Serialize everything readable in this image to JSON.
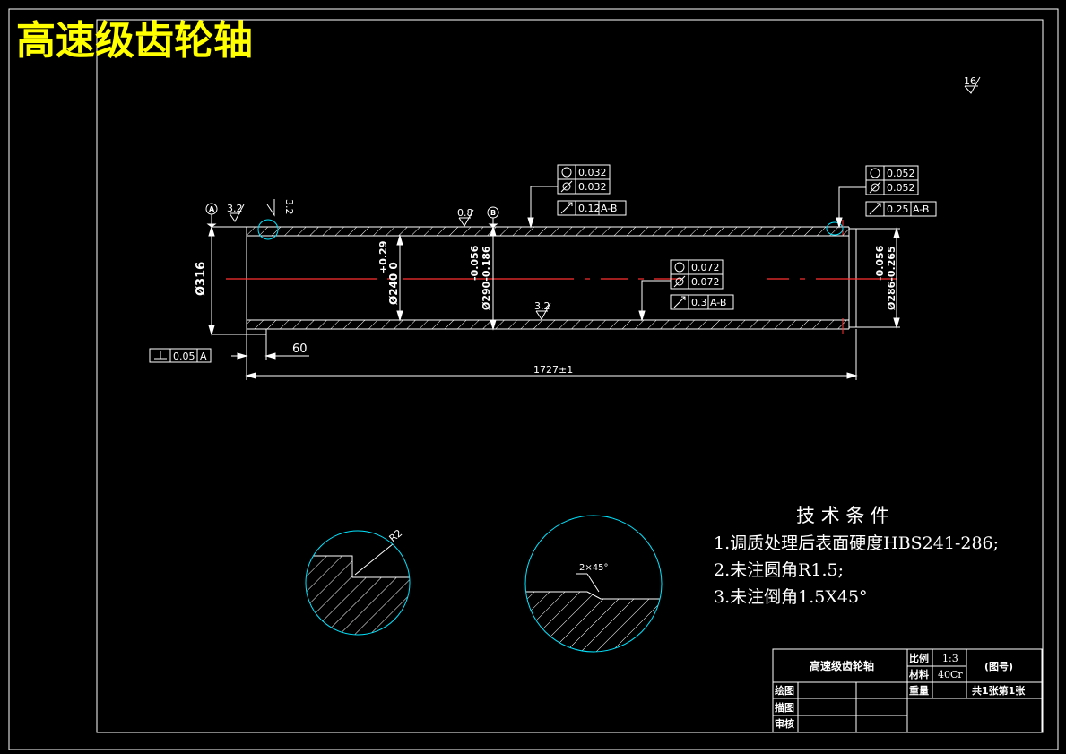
{
  "drawing_title": "高速级齿轮轴",
  "colors": {
    "background": "#000000",
    "lines": "#ffffff",
    "title": "#ffff00",
    "centerline": "#ff0000",
    "circle": "#00e5ff"
  },
  "roughness": {
    "overall": "16",
    "left_face": "3.2",
    "chamfer": "3.2",
    "mid": "0.8",
    "inner_bore": "3.2"
  },
  "datums": {
    "a": "A",
    "b": "B"
  },
  "dimensions": {
    "outer_dia": "Ø316",
    "bore_dia_tol": "+0.29",
    "bore_dia": "Ø240 0",
    "mid_dia_tol": "-0.056",
    "mid_dia": "Ø290-0.186",
    "right_dia_tol": "-0.056",
    "right_dia": "Ø286-0.265",
    "step_len": "60",
    "total_len": "1727±1",
    "detail_radius": "R2",
    "detail_chamfer": "2×45°"
  },
  "tolerances": {
    "top_left": {
      "roundness": "0.032",
      "cylindricity": "0.032",
      "runout": "0.12",
      "runout_ref": "A-B"
    },
    "top_right": {
      "roundness": "0.052",
      "cylindricity": "0.052",
      "runout": "0.25",
      "runout_ref": "A-B"
    },
    "middle": {
      "roundness": "0.072",
      "cylindricity": "0.072",
      "runout": "0.3",
      "runout_ref": "A-B"
    },
    "perpendicularity": {
      "value": "0.05",
      "ref": "A"
    }
  },
  "tech_notes": {
    "heading": "技 术 条 件",
    "items": [
      "1.调质处理后表面硬度HBS241-286;",
      "2.未注圆角R1.5;",
      "3.未注倒角1.5X45°"
    ]
  },
  "title_block": {
    "part_name": "高速级齿轮轴",
    "scale_label": "比例",
    "scale_value": "1:3",
    "material_label": "材料",
    "material_value": "40Cr",
    "drawing_no": "(图号)",
    "weight_label": "重量",
    "sheet": "共1张第1张",
    "drawn_label": "绘图",
    "traced_label": "描图",
    "checked_label": "审核"
  }
}
